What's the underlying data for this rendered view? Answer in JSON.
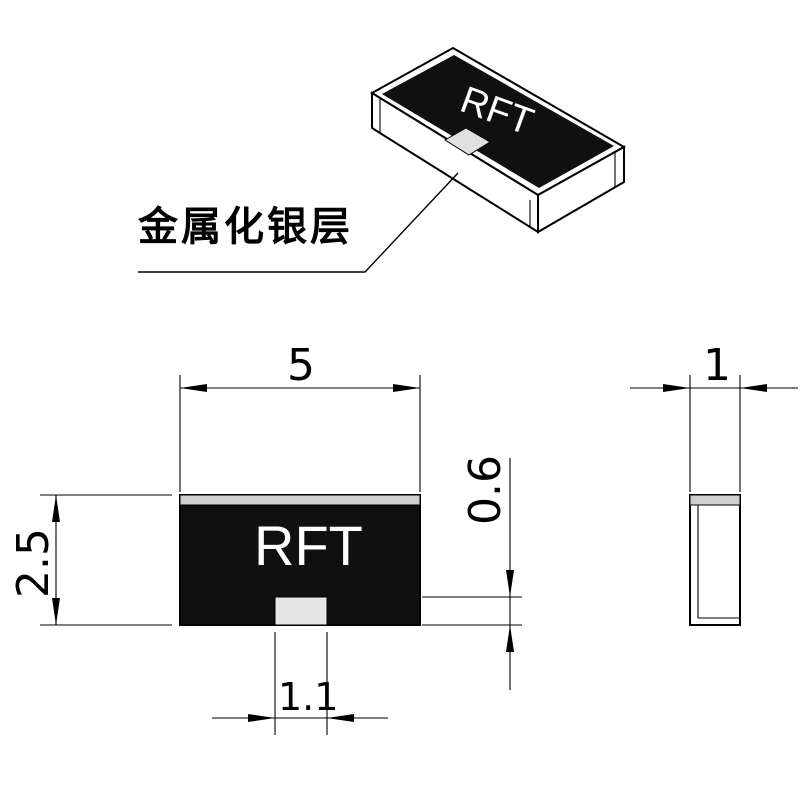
{
  "label": {
    "layer": "金属化银层"
  },
  "component": {
    "marking": "RFT"
  },
  "dimensions": {
    "length": "5",
    "width": "2.5",
    "thickness": "1",
    "pad": "1.1",
    "edge": "0.6"
  },
  "colors": {
    "body": "#101010",
    "metal": "#cfcfcf",
    "line": "#000000"
  }
}
